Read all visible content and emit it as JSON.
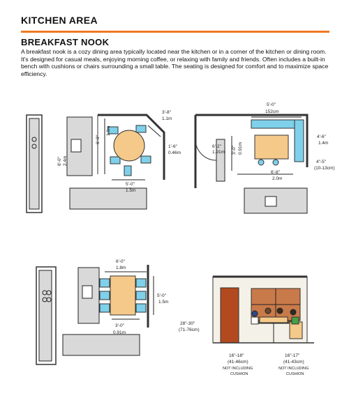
{
  "header": {
    "section_title": "KITCHEN AREA"
  },
  "article": {
    "heading": "BREAKFAST NOOK",
    "body": "A breakfast nook is a cozy dining area typically located near the kitchen or in a corner of the kitchen or dining room. It's designed for casual meals, enjoying morning coffee, or relaxing with family and friends. Often includes a built-in bench with cushions or chairs surrounding a small table. The seating is designed for comfort and to maximize space efficiency."
  },
  "colors": {
    "accent": "#f07a22",
    "table": "#f5c98a",
    "seat": "#7fd0ea",
    "cabinet": "#d9d9d9",
    "wall": "#333333"
  },
  "plan1": {
    "d1_ft": "3'-8\"",
    "d1_m": "1.1m",
    "d2_ft": "6'-0\"",
    "d2_m": "1.8m",
    "d3_ft": "8'-0\"",
    "d3_m": "2.4m",
    "d4_ft": "1'-6\"",
    "d4_m": "0.46m",
    "d5_ft": "5'-0\"",
    "d5_m": "1.5m"
  },
  "plan2": {
    "d1_ft": "5'-0\"",
    "d1_m": "152cm",
    "d2_ft": "4'-6\"",
    "d2_m": "1.4m",
    "d3_ft": "6'-2\"",
    "d3_m": "1.91m",
    "d4_ft": "3'-0\"",
    "d4_m": "0.91m",
    "d5_ft": "4\"-5\"",
    "d5_m": "(10-13cm)",
    "d6_ft": "6'-8\"",
    "d6_m": "2.0m"
  },
  "plan3": {
    "d1_ft": "6'-0\"",
    "d1_m": "1.8m",
    "d2_ft": "5'-0\"",
    "d2_m": "1.5m",
    "d3_ft": "3'-0\"",
    "d3_m": "0.91m"
  },
  "elevation": {
    "d1_ft": "28\"-30\"",
    "d1_m": "(71-76cm)",
    "d2_ft": "16\"-18\"",
    "d2_m": "(41-46cm)",
    "d2_note1": "NOT INCLUDING",
    "d2_note2": "CUSHION",
    "d3_ft": "16\"-17\"",
    "d3_m": "(41-43cm)",
    "d3_note1": "NOT INCLUDING",
    "d3_note2": "CUSHION"
  }
}
